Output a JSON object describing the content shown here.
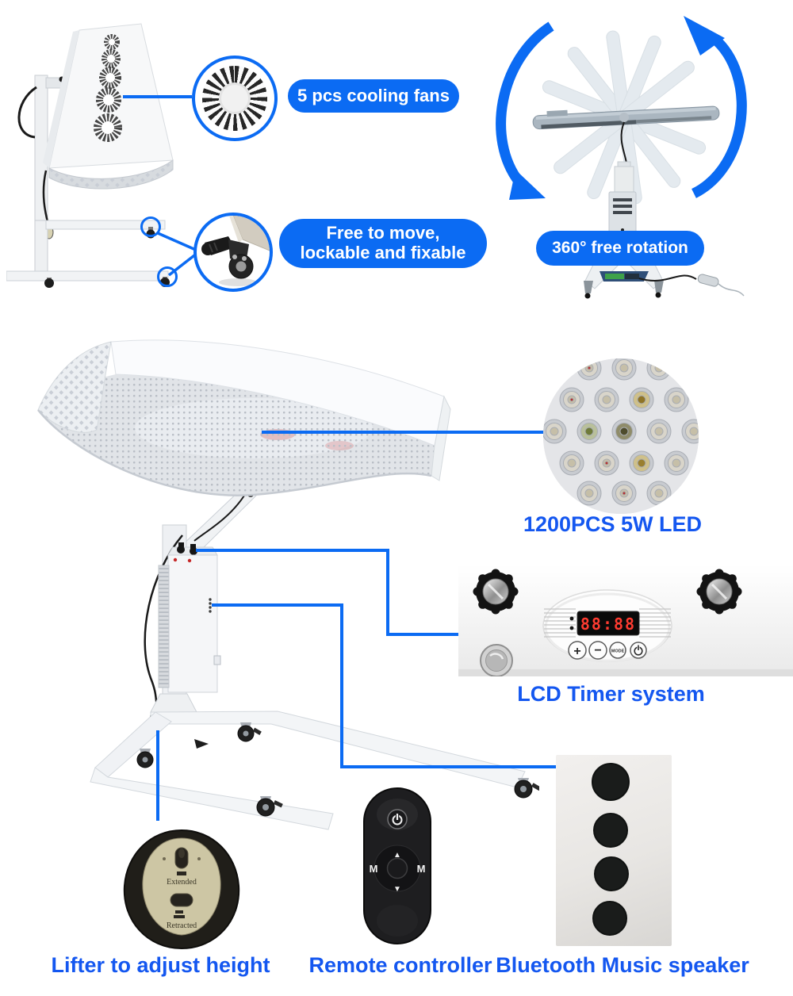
{
  "colors": {
    "accent_blue": "#0b6bf3",
    "label_blue": "#1457f0"
  },
  "callouts": {
    "cooling_fans": {
      "label": "5 pcs cooling fans"
    },
    "free_move": {
      "line1": "Free to move,",
      "line2": "lockable and fixable"
    },
    "rotation": {
      "label": "360° free rotation"
    },
    "led": {
      "label": "1200PCS 5W LED"
    },
    "lcd": {
      "label": "LCD Timer system"
    },
    "lifter": {
      "label": "Lifter to adjust height"
    },
    "remote": {
      "label": "Remote controller"
    },
    "speaker": {
      "label": "Bluetooth Music speaker"
    }
  },
  "lifter_remote": {
    "button_top_label": "Extended",
    "button_bottom_label": "Retracted"
  },
  "remote_controller": {
    "mode_left": "M",
    "mode_right": "M",
    "up_arrow": "▲",
    "down_arrow": "▼"
  },
  "timer_panel": {
    "display_value": "88:88",
    "btn_plus": "+",
    "btn_minus": "−",
    "btn_mode": "MODE"
  }
}
